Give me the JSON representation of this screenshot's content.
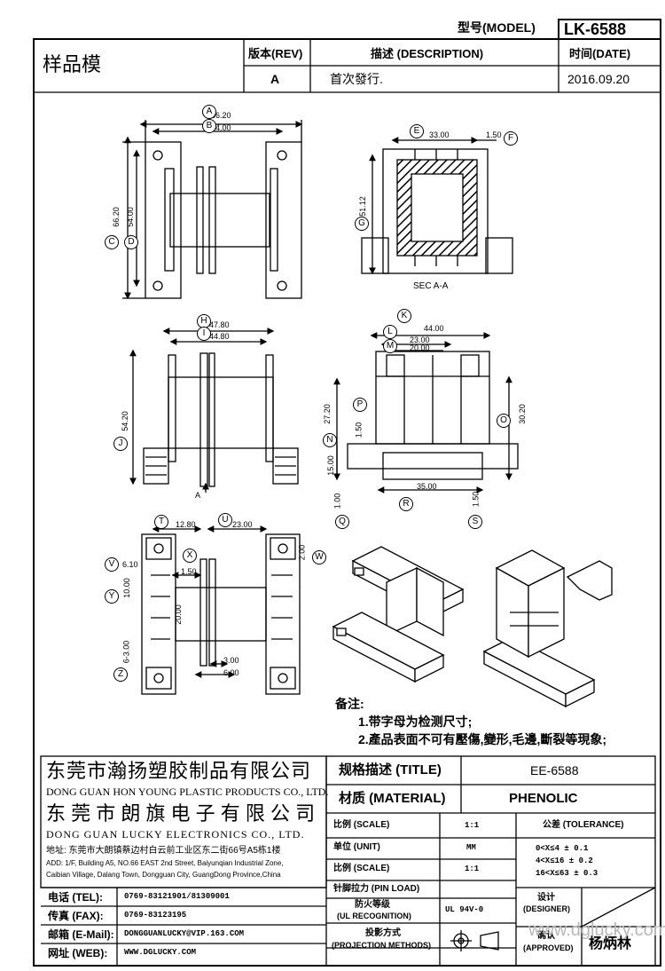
{
  "header": {
    "model_label": "型号(MODEL)",
    "model_value": "LK-6588",
    "sample_label": "样品模",
    "col_rev": "版本(REV)",
    "col_desc": "描述 (DESCRIPTION)",
    "col_date": "时间(DATE)",
    "rev_value": "A",
    "desc_value": "首次發行.",
    "date_value": "2016.09.20"
  },
  "dimensions": {
    "top": {
      "a": "66.20",
      "b": "54.00",
      "c": "66.20",
      "d": "54.00"
    },
    "sec": {
      "e": "33.00",
      "f": "1.50",
      "g": "51.12",
      "caption": "SEC A-A"
    },
    "front": {
      "h": "47.80",
      "i": "44.80",
      "j": "54.20",
      "arrow": "A"
    },
    "side": {
      "k": "44.00",
      "l": "23.00",
      "m": "20.00",
      "n": "27.20",
      "o": "30.20",
      "p": "1.50",
      "q_dim": "15.00",
      "r": "35.00",
      "s": "1.50",
      "t_dim": "1.00"
    },
    "bottom": {
      "t": "12.80",
      "u": "23.00",
      "v": "6.10",
      "w": "2.00",
      "x": "1.50",
      "y": "10.00",
      "z": "6-3.00",
      "mid": "20.00",
      "aa": "3.00",
      "bb": "6.00"
    }
  },
  "letters": [
    "A",
    "B",
    "C",
    "D",
    "E",
    "F",
    "G",
    "H",
    "I",
    "J",
    "K",
    "L",
    "M",
    "N",
    "O",
    "P",
    "Q",
    "R",
    "S",
    "T",
    "U",
    "V",
    "W",
    "X",
    "Y",
    "Z"
  ],
  "notes": {
    "title": "备注:",
    "items": [
      "1.带字母为检测尺寸;",
      "2.產品表面不可有壓傷,變形,毛邊,斷裂等現象;"
    ]
  },
  "company": {
    "cn1": "东莞市瀚扬塑胶制品有限公司",
    "en1": "DONG GUAN HON YOUNG PLASTIC PRODUCTS CO., LTD.",
    "cn2": "东 莞 市 朗 旗 电 子 有 限 公 司",
    "en2": "DONG GUAN LUCKY ELECTRONICS CO., LTD.",
    "addr_cn": "地址: 东莞市大朗镇蔡边村白云前工业区东二街66号A5栋1楼",
    "addr_en1": "ADD: 1/F, Building A5, NO.66 EAST 2nd Street, Baiyunqian Industrial Zone,",
    "addr_en2": "Caibian Village, Dalang Town, Dongguan City, GuangDong Province,China"
  },
  "contacts": [
    {
      "label": "电话 (TEL):",
      "value": "0769-83121901/81309001"
    },
    {
      "label": "传真 (FAX):",
      "value": "0769-83123195"
    },
    {
      "label": "邮箱 (E-Mail):",
      "value": "DONGGUANLUCKY@VIP.163.COM"
    },
    {
      "label": "网址 (WEB):",
      "value": "WWW.DGLUCKY.COM"
    }
  ],
  "spec": {
    "title_label": "规格描述 (TITLE)",
    "title_value": "EE-6588",
    "material_label": "材质 (MATERIAL)",
    "material_value": "PHENOLIC",
    "scale_label": "比例 (SCALE)",
    "scale_value": "1:1",
    "tolerance_label": "公差 (TOLERANCE)",
    "unit_label": "单位 (UNIT)",
    "unit_value": "MM",
    "scale2_label": "比例 (SCALE)",
    "scale2_value": "1:1",
    "tol1": "0<X≤4    ± 0.1",
    "tol2": "4<X≤16   ± 0.2",
    "tol3": "16<X≤63  ± 0.3",
    "pin_label": "针脚拉力 (PIN LOAD)",
    "fire_label1": "防火等级",
    "fire_label2": "(UL RECOGNITION)",
    "fire_value": "UL 94V-0",
    "proj_label1": "投影方式",
    "proj_label2": "(PROJECTION METHODS)",
    "designer_label1": "设计",
    "designer_label2": "(DESIGNER)",
    "approved_label1": "确认",
    "approved_label2": "(APPROVED)",
    "approved_value": "杨炳林",
    "watermark": "www.dglucky.com"
  },
  "colors": {
    "line": "#000000",
    "watermark": "#b8b8b8"
  }
}
